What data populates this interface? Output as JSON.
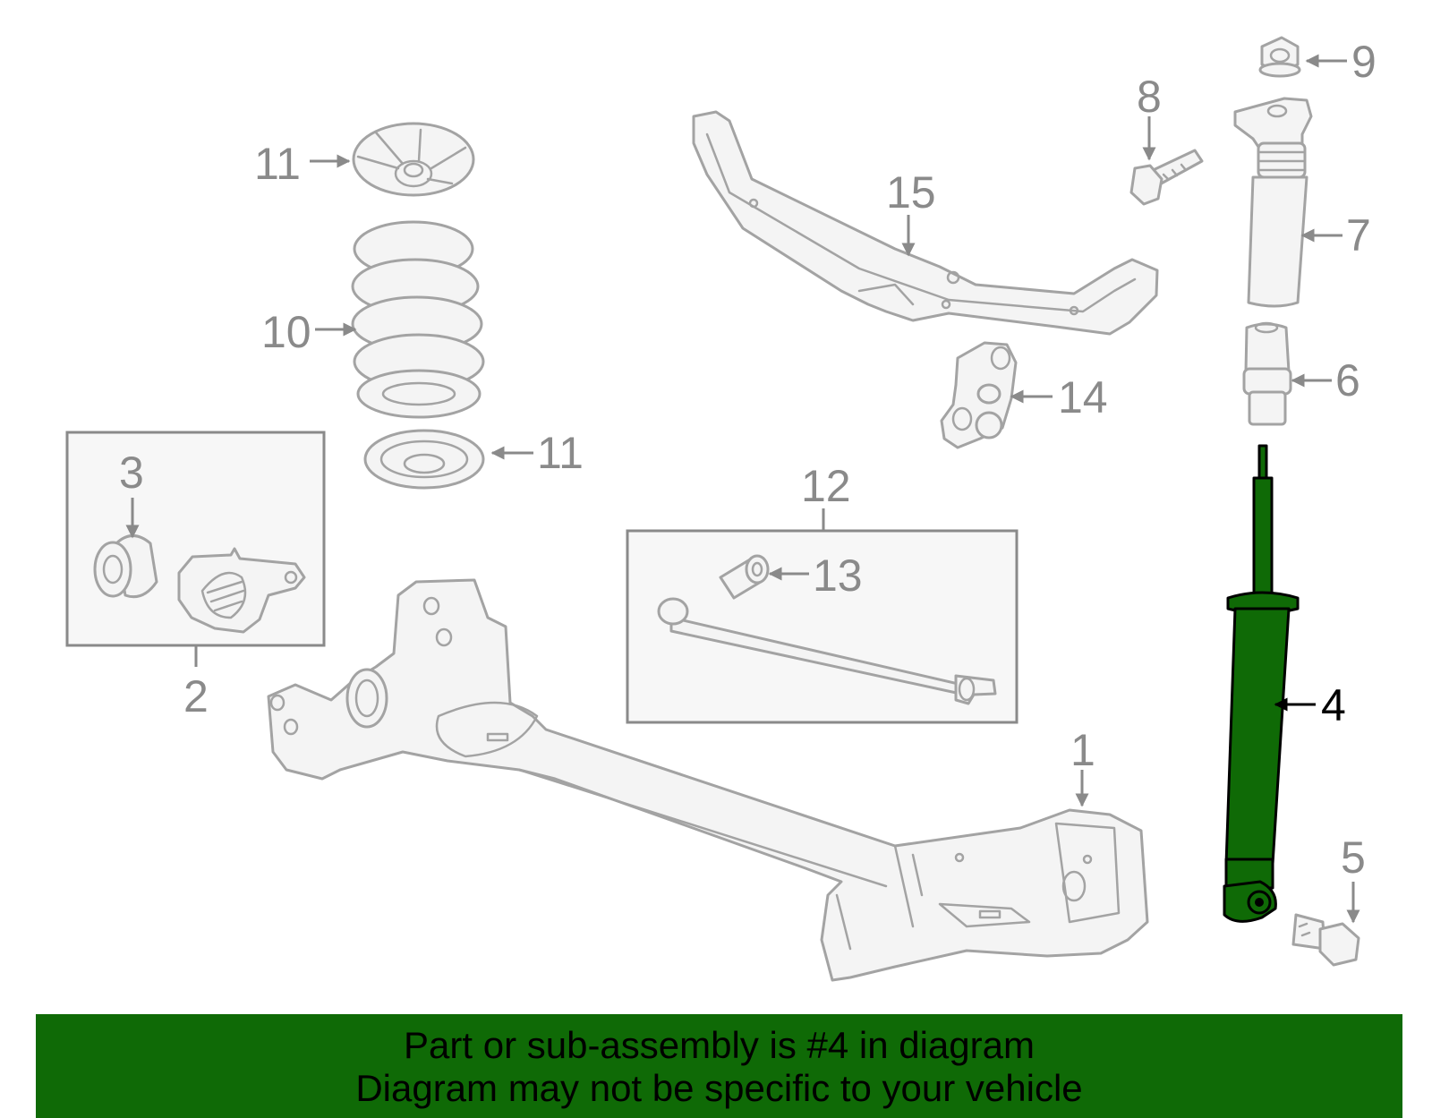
{
  "callouts": {
    "c1": "1",
    "c2": "2",
    "c3": "3",
    "c4": "4",
    "c5": "5",
    "c6": "6",
    "c7": "7",
    "c8": "8",
    "c9": "9",
    "c10": "10",
    "c11a": "11",
    "c11b": "11",
    "c12": "12",
    "c13": "13",
    "c14": "14",
    "c15": "15"
  },
  "highlight": {
    "part": "4",
    "color": "#0f6a06"
  },
  "banner": {
    "line1": "Part or sub-assembly is #4 in diagram",
    "line2": "Diagram may not be specific to your vehicle",
    "color": "#0f6a06"
  }
}
